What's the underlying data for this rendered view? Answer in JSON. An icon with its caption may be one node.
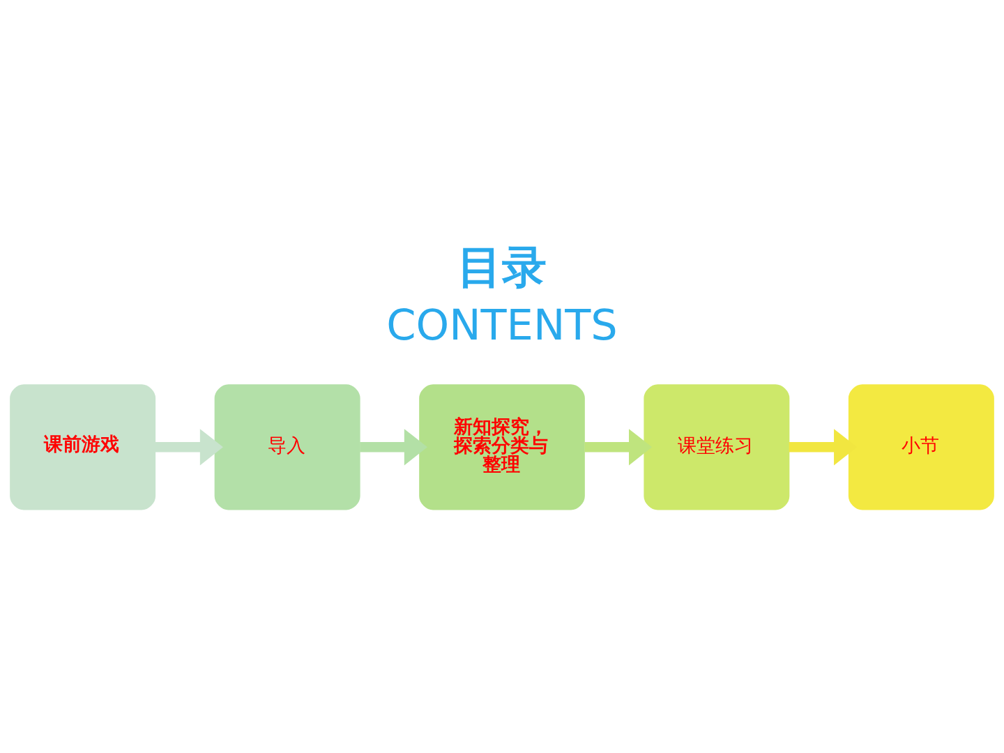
{
  "diagram": {
    "title": "目录",
    "nodes": [
      {
        "text": [
          "课前游戏"
        ]
      },
      {
        "text": [
          "导入"
        ]
      },
      {
        "text": [
          "新知探究，探索分类与整理"
        ]
      },
      {
        "text": [
          "课堂练习"
        ]
      },
      {
        "text": [
          "小节"
        ]
      }
    ],
    "edges": [
      {
        "from": 0,
        "to": 1,
        "arrow": "to",
        "color": "#c8e3cd"
      },
      {
        "from": 1,
        "to": 2,
        "arrow": "to",
        "color": "#b3e0a6"
      },
      {
        "from": 2,
        "to": 3,
        "arrow": "to",
        "color": "#bfe47e"
      },
      {
        "from": 3,
        "to": 4,
        "arrow": "to",
        "color": "#f1e640"
      }
    ],
    "labels": [
      "CONTENTS"
    ]
  }
}
